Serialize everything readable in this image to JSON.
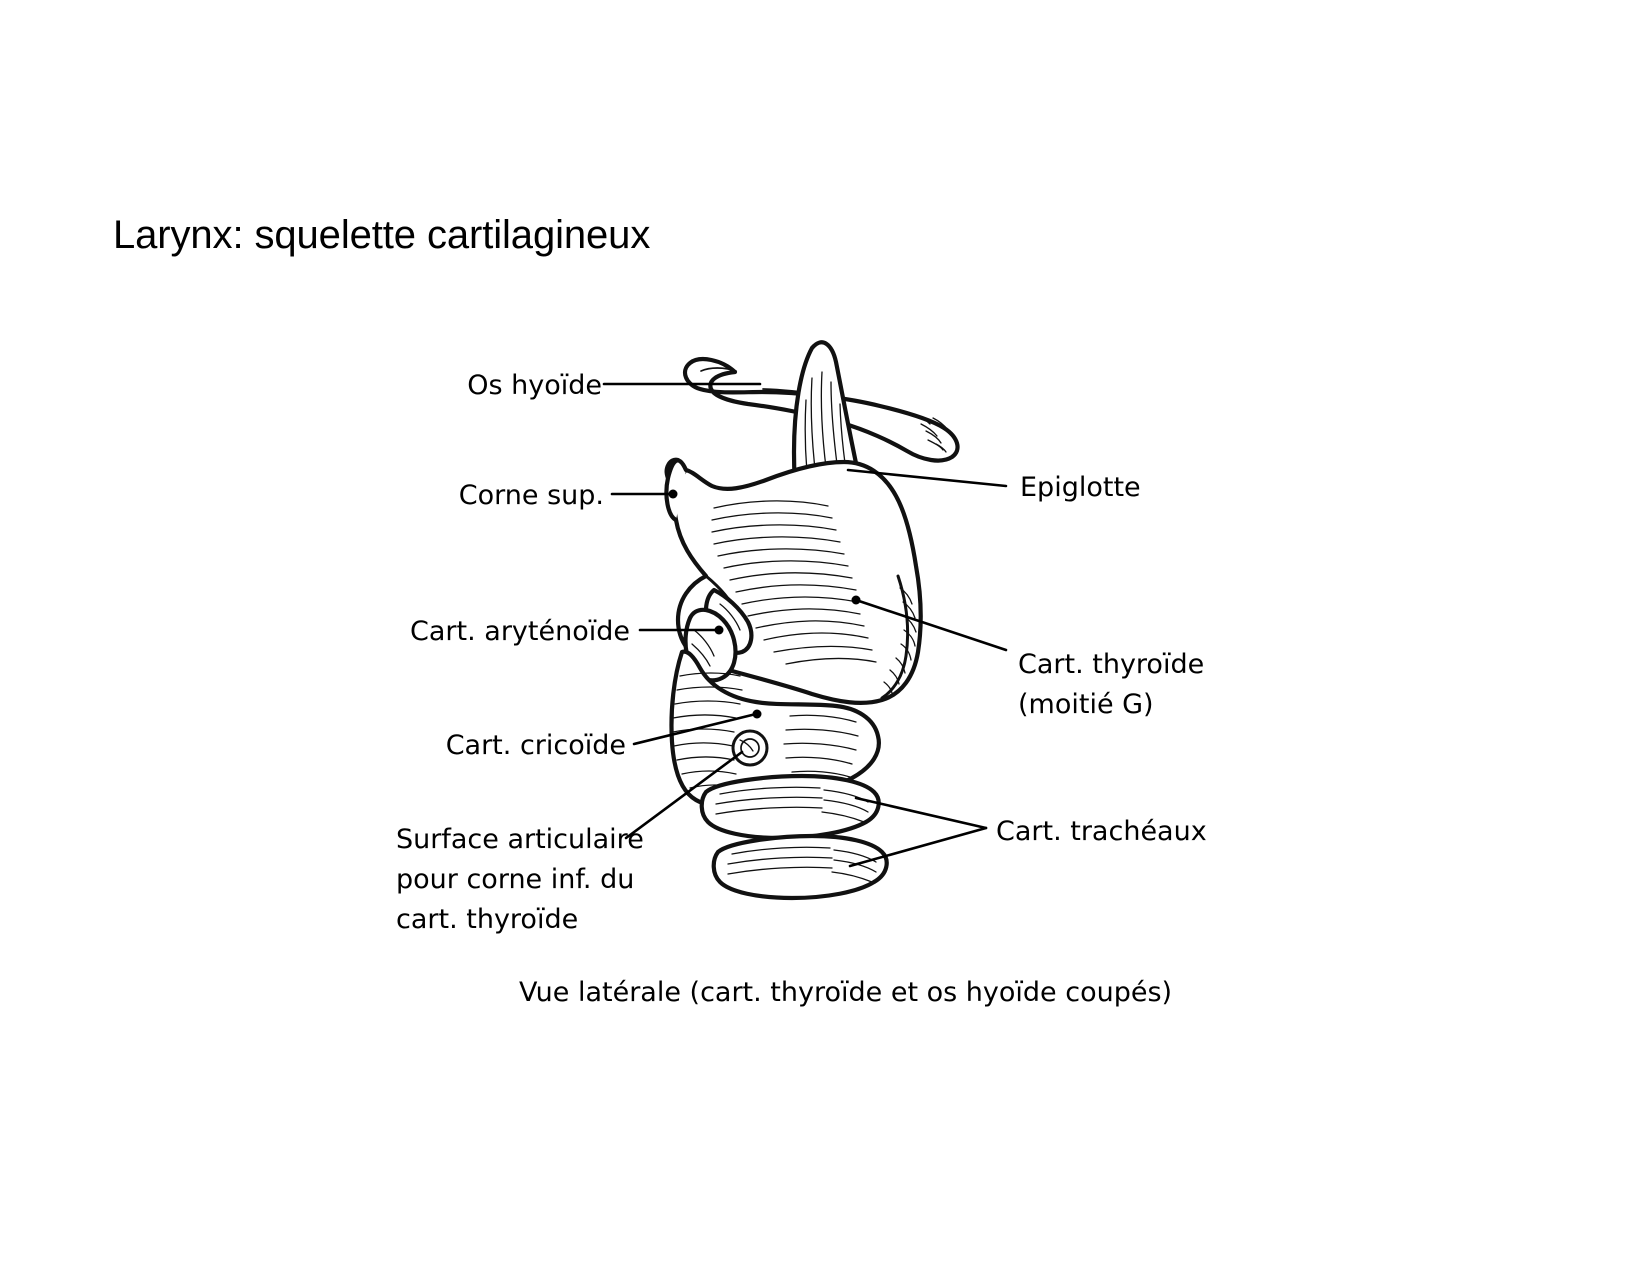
{
  "slide": {
    "title": "Larynx: squelette cartilagineux",
    "caption": "Vue latérale (cart. thyroïde et os hyoïde coupés)",
    "background_color": "#ffffff",
    "ink_color": "#111111"
  },
  "labels": {
    "hyoid": "Os hyoïde",
    "superior_horn": "Corne sup.",
    "arytenoid": "Cart. aryténoïde",
    "cricoid": "Cart. cricoïde",
    "articular_surface": "Surface articulaire\npour corne inf. du\ncart. thyroïde",
    "epiglottis": "Epiglotte",
    "thyroid": "Cart. thyroïde\n(moitié G)",
    "tracheal": "Cart. trachéaux"
  },
  "structures": [
    {
      "name": "os-hyoide",
      "label": "Os hyoïde"
    },
    {
      "name": "epiglotte",
      "label": "Epiglotte"
    },
    {
      "name": "corne-superieure",
      "label": "Corne sup."
    },
    {
      "name": "cartilage-thyroide",
      "label": "Cart. thyroïde (moitié G)"
    },
    {
      "name": "cartilage-arytenoide",
      "label": "Cart. aryténoïde"
    },
    {
      "name": "cartilage-cricoide",
      "label": "Cart. cricoïde"
    },
    {
      "name": "surface-articulaire",
      "label": "Surface articulaire pour corne inf. du cart. thyroïde"
    },
    {
      "name": "cartilages-tracheaux",
      "label": "Cart. trachéaux"
    }
  ]
}
